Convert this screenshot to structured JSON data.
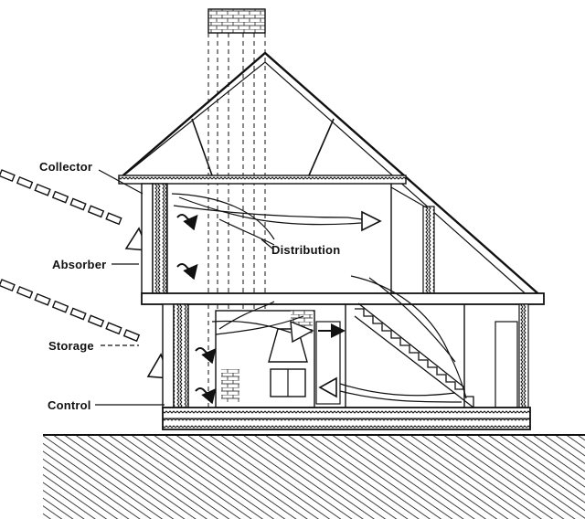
{
  "labels": {
    "collector": "Collector",
    "absorber": "Absorber",
    "storage": "Storage",
    "control": "Control",
    "distribution": "Distribution"
  },
  "colors": {
    "ink": "#111111",
    "paper": "#ffffff"
  }
}
